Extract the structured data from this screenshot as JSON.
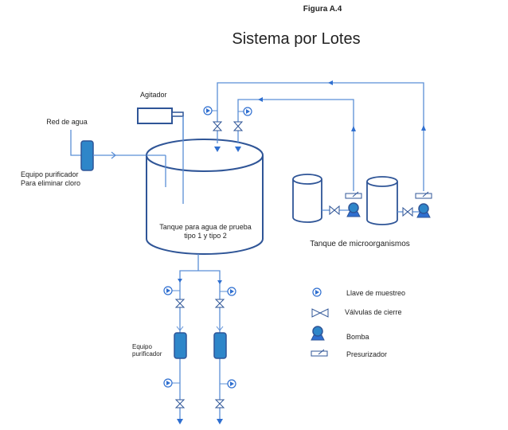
{
  "figure_label": "Figura A.4",
  "title": "Sistema por Lotes",
  "labels": {
    "red_agua": "Red de agua",
    "purificador_cloro_1": "Equipo purificador",
    "purificador_cloro_2": "Para eliminar  cloro",
    "agitador": "Agitador",
    "tanque_1": "Tanque  para agua de prueba",
    "tanque_2": "tipo 1 y tipo 2",
    "tanque_micro": "Tanque de microorganismos",
    "purificador_1": "Equipo",
    "purificador_2": "purificador"
  },
  "legend": [
    {
      "icon": "sampling-valve-icon",
      "label": "Llave  de muestreo"
    },
    {
      "icon": "shutoff-valve-icon",
      "label": "Válvulas  de cierre"
    },
    {
      "icon": "pump-icon",
      "label": "Bomba"
    },
    {
      "icon": "pressurizer-icon",
      "label": "Presurizador"
    }
  ],
  "colors": {
    "pipe": "#5b8fd6",
    "outline": "#2f5597",
    "fill": "#2e86c9",
    "arrow": "#2f6fd0"
  }
}
